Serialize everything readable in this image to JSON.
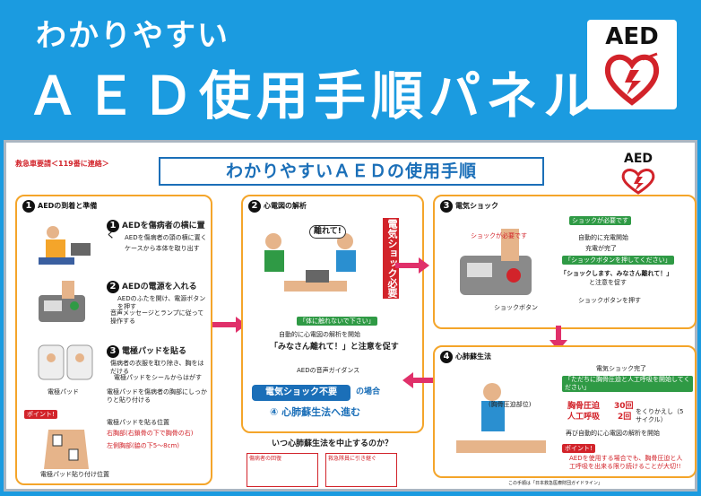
{
  "header": {
    "subtitle": "わかりやすい",
    "title": "ＡＥＤ使用手順パネル",
    "logo_text": "AED"
  },
  "panel": {
    "emergency_label": "救急車要請＜119番に連絡＞",
    "banner_title": "わかりやすいＡＥＤの使用手順",
    "aed_logo_text": "AED"
  },
  "step1": {
    "num": "1",
    "title": "AEDの到着と準備",
    "item1_num": "1",
    "item1_title": "AEDを傷病者の横に置く",
    "item1_line1": "AEDを傷病者の頭の横に置く",
    "item1_line2": "ケースから本体を取り出す",
    "item2_num": "2",
    "item2_title": "AEDの電源を入れる",
    "item2_line1": "AEDのふたを開け、電源ボタンを押す",
    "item2_line2": "音声メッセージとランプに従って操作する",
    "item3_num": "3",
    "item3_title": "電極パッドを貼る",
    "item3_line1": "傷病者の衣服を取り除き、胸をはだける",
    "item3_line2": "電極パッドをシールからはがす",
    "item3_line3": "電極パッドを傷病者の胸部にしっかりと貼り付ける",
    "pad_label": "電極パッド",
    "point_label": "ポイント!",
    "point_line1": "電極パッドを貼る位置",
    "point_line2": "右胸部(右鎖骨の下で胸骨の右)",
    "point_line3": "左側胸部(脇の下5〜8cm)",
    "pad_position_label": "電極パッド貼り付け位置"
  },
  "step2": {
    "num": "2",
    "title": "心電図の解析",
    "bubble": "離れて!",
    "vertical_label": "電気ショック必要",
    "voice1": "「体に触れないで下さい」",
    "line1": "自動的に心電図の解析を開始",
    "line2": "「みなさん離れて！」と注意を促す",
    "line3": "AEDの音声ガイダンス",
    "no_shock": "電気ショック不要",
    "case_label": "の場合",
    "resume": "④ 心肺蘇生法へ進む"
  },
  "step3": {
    "num": "3",
    "title": "電気ショック",
    "bubble1": "ショックが必要です",
    "line1": "自動的に充電開始",
    "line2": "充電が完了",
    "bubble2": "「ショックボタンを押してください」",
    "line3": "「ショックします、みなさん離れて！」",
    "line4": "と注意を促す",
    "line5": "ショックボタンを押す",
    "button_label": "ショックボタン"
  },
  "step4": {
    "num": "4",
    "title": "心肺蘇生法",
    "line1": "電気ショック完了",
    "voice": "「ただちに胸骨圧迫と人工呼吸を開始してください」",
    "compress_label": "胸骨圧迫",
    "compress_value": "30回",
    "breath_label": "人工呼吸",
    "breath_value": "2回",
    "cycle": "をくりかえし（5サイクル）",
    "line2": "再び自動的に心電図の解析を開始",
    "point_label": "ポイント!",
    "point_text": "AEDを使用する場合でも、胸骨圧迫と人工呼吸を出来る限り続けることが大切!!",
    "position_label": "(胸骨圧迫部位)"
  },
  "footer": {
    "question": "いつ心肺蘇生法を中止するのか？",
    "box1_title": "傷病者の回復",
    "box2_title": "救急隊員に引き継ぐ",
    "note": "この手順は「日本救急医療財団ガイドライン」"
  }
}
